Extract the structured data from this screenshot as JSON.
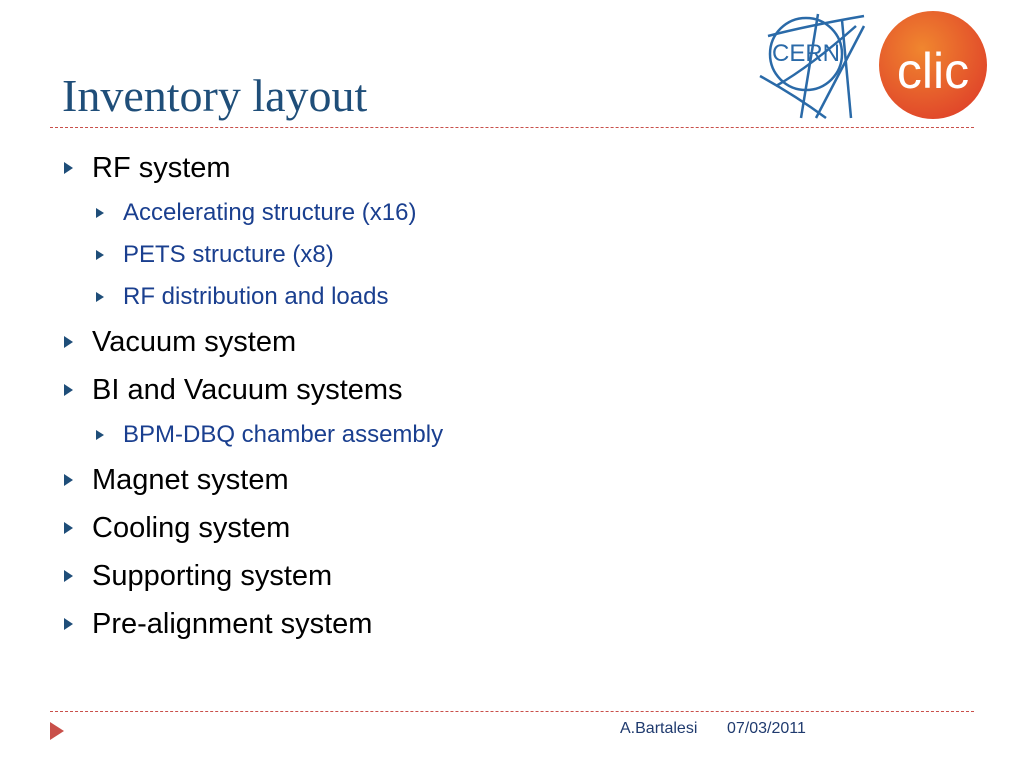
{
  "slide": {
    "title": "Inventory layout",
    "logos": {
      "cern_text": "CERN",
      "clic_text": "clic"
    },
    "bullets": [
      {
        "level": 1,
        "text": "RF system"
      },
      {
        "level": 2,
        "text": "Accelerating structure (x16)"
      },
      {
        "level": 2,
        "text": "PETS structure (x8)"
      },
      {
        "level": 2,
        "text": "RF distribution and loads"
      },
      {
        "level": 1,
        "text": "Vacuum system"
      },
      {
        "level": 1,
        "text": "BI and Vacuum systems"
      },
      {
        "level": 2,
        "text": "BPM-DBQ chamber assembly"
      },
      {
        "level": 1,
        "text": "Magnet system"
      },
      {
        "level": 1,
        "text": "Cooling system"
      },
      {
        "level": 1,
        "text": "Supporting system"
      },
      {
        "level": 1,
        "text": "Pre-alignment system"
      }
    ],
    "footer": {
      "author": "A.Bartalesi",
      "date": "07/03/2011"
    }
  },
  "colors": {
    "title": "#1f4e79",
    "sub_bullet": "#1a3f8f",
    "accent_red": "#c9504a",
    "cern_blue": "#2a6aa8",
    "clic_orange": "#e8602a"
  }
}
